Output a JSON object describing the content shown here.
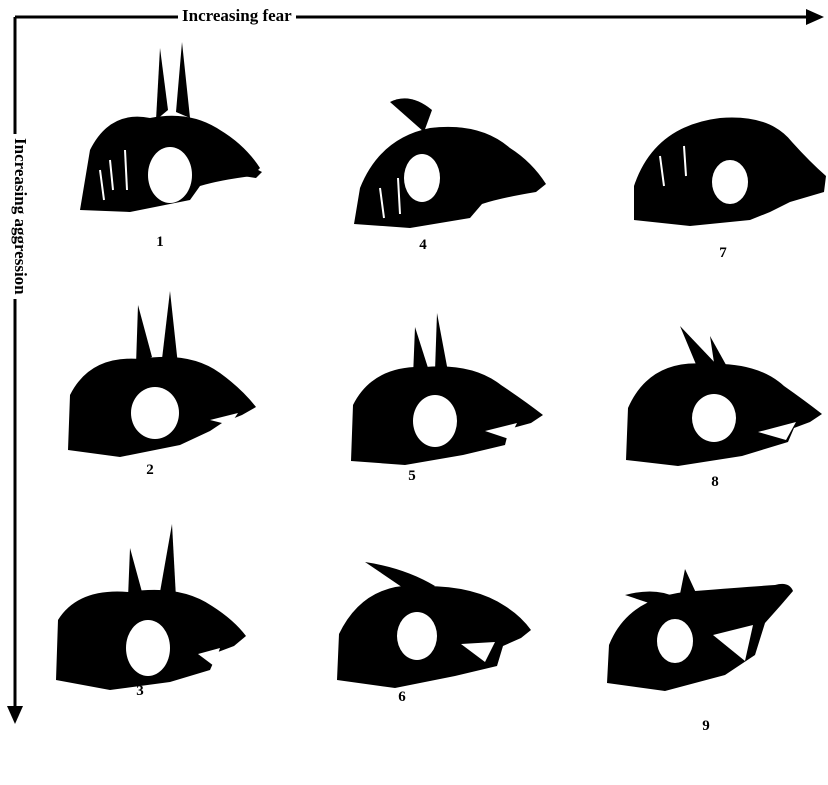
{
  "axes": {
    "x_label": "Increasing fear",
    "y_label": "Increasing aggression"
  },
  "panels": [
    {
      "number": "1",
      "icon": "dog-head-neutral-icon"
    },
    {
      "number": "2",
      "icon": "dog-head-alert-snarl-icon"
    },
    {
      "number": "3",
      "icon": "dog-head-aggressive-snarl-icon"
    },
    {
      "number": "4",
      "icon": "dog-head-ears-back-icon"
    },
    {
      "number": "5",
      "icon": "dog-head-ears-mid-snarl-icon"
    },
    {
      "number": "6",
      "icon": "dog-head-ears-back-open-mouth-icon"
    },
    {
      "number": "7",
      "icon": "dog-head-ears-flat-icon"
    },
    {
      "number": "8",
      "icon": "dog-head-ears-back-snarl-icon"
    },
    {
      "number": "9",
      "icon": "dog-head-ears-flat-full-snarl-icon"
    }
  ],
  "colors": {
    "ink": "#000000",
    "background": "#ffffff"
  }
}
